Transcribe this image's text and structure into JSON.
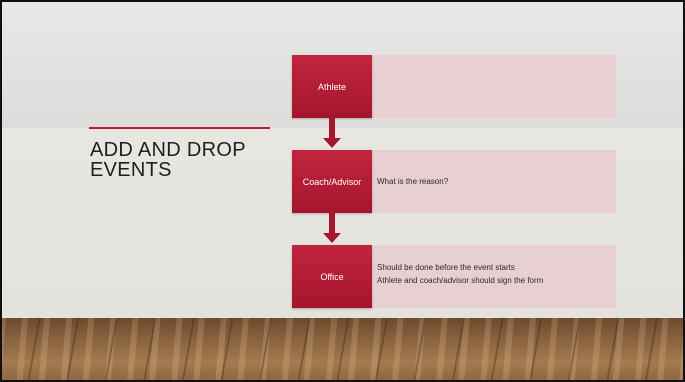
{
  "slide": {
    "title_line1": "ADD AND DROP",
    "title_line2": "EVENTS"
  },
  "flow": [
    {
      "label": "Athlete",
      "details": []
    },
    {
      "label": "Coach/Advisor",
      "details": [
        "What is the reason?"
      ]
    },
    {
      "label": "Office",
      "details": [
        "Should be done before the event starts",
        "Athlete and coach/advisor should sign the form"
      ]
    }
  ],
  "colors": {
    "accent": "#b22234",
    "box": "#a4162c",
    "panel": "#e8cfd3"
  }
}
